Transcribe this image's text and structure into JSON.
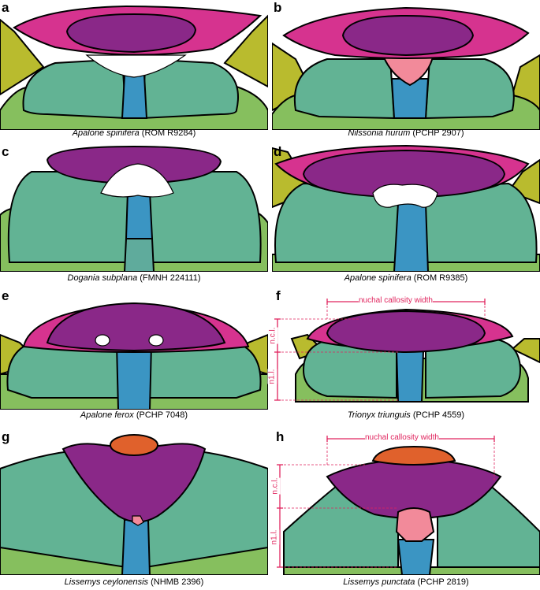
{
  "colors": {
    "nuchal": "#d6338f",
    "callosity": "#8a2888",
    "costal": "#62b394",
    "neural": "#3b95c3",
    "peripheral": "#86bf5e",
    "preneural": "#f28a9a",
    "nuchal_bone_extra": "#e0612c",
    "scapula": "#b9bb2e",
    "measurement": "#e0245e"
  },
  "panels": [
    {
      "letter": "a",
      "species": "Apalone spinifera",
      "specimen": "(ROM R9284)"
    },
    {
      "letter": "b",
      "species": "Nilssonia hurum",
      "specimen": "(PCHP 2907)"
    },
    {
      "letter": "c",
      "species": "Dogania subplana",
      "specimen": "(FMNH 224111)"
    },
    {
      "letter": "d",
      "species": "Apalone spinifera",
      "specimen": "(ROM R9385)"
    },
    {
      "letter": "e",
      "species": "Apalone ferox",
      "specimen": "(PCHP 7048)"
    },
    {
      "letter": "f",
      "species": "Trionyx triunguis",
      "specimen": "(PCHP 4559)"
    },
    {
      "letter": "g",
      "species": "Lissemys ceylonensis",
      "specimen": "(NHMB 2396)"
    },
    {
      "letter": "h",
      "species": "Lissemys punctata",
      "specimen": "(PCHP 2819)"
    }
  ],
  "measurements": {
    "f": {
      "width": "nuchal callosity width",
      "ncl": "n.c.l.",
      "n1l": "n1.l."
    },
    "h": {
      "width": "nuchal callosity width",
      "ncl": "n.c.l.",
      "n1l": "n1.l."
    }
  }
}
